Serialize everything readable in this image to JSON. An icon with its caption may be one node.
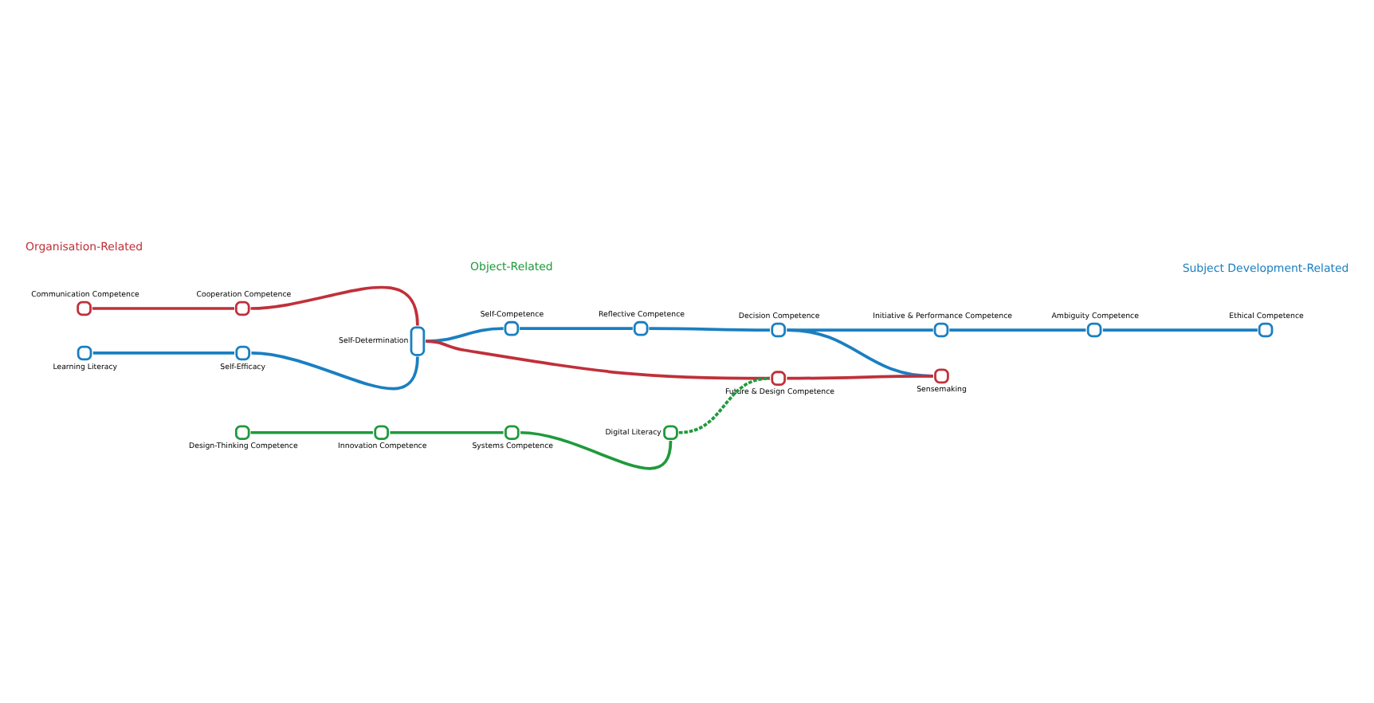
{
  "diagram": {
    "nodes": [
      {
        "text": [],
        "shape": "circle",
        "beside": [
          "Communication Competence"
        ]
      },
      {
        "text": [],
        "shape": "circle",
        "beside": [
          "Cooperation Competence"
        ]
      },
      {
        "text": [],
        "shape": "circle",
        "beside": [
          "Self-Competence"
        ]
      },
      {
        "text": [],
        "shape": "circle",
        "beside": [
          "Reflective Competence"
        ]
      },
      {
        "text": [],
        "shape": "circle",
        "beside": [
          "Initiative & Performance Competence"
        ]
      },
      {
        "text": [],
        "shape": "circle",
        "beside": [
          "Ambiguity Competence"
        ]
      },
      {
        "text": [],
        "shape": "circle",
        "beside": [
          "Ethical Competence"
        ]
      },
      {
        "text": [],
        "shape": "circle",
        "beside": [
          "Decision Competence"
        ]
      },
      {
        "text": [],
        "shape": "pill",
        "beside": [
          "Self-Determination"
        ]
      },
      {
        "text": [],
        "shape": "circle",
        "beside": [
          "Sensemaking"
        ]
      },
      {
        "text": [],
        "shape": "circle",
        "beside": [
          "Future & Design Competence"
        ]
      },
      {
        "text": [],
        "shape": "circle",
        "beside": [
          "Learning Literacy"
        ]
      },
      {
        "text": [],
        "shape": "circle",
        "beside": [
          "Self-Efficacy"
        ]
      },
      {
        "text": [],
        "shape": "circle",
        "beside": [
          "Digital Literacy"
        ]
      },
      {
        "text": [],
        "shape": "circle",
        "beside": [
          "Design-Thinking Competence"
        ]
      },
      {
        "text": [],
        "shape": "circle",
        "beside": [
          "Innovation Competence"
        ]
      },
      {
        "text": [],
        "shape": "circle",
        "beside": [
          "Systems Competence"
        ]
      }
    ],
    "edges": [
      {
        "from": 0,
        "to": 1,
        "arrow": "none",
        "color": "#c0303a"
      },
      {
        "from": 1,
        "to": 8,
        "arrow": "none",
        "color": "#c0303a"
      },
      {
        "from": 8,
        "to": 10,
        "arrow": "none",
        "color": "#c0303a"
      },
      {
        "from": 10,
        "to": 9,
        "arrow": "none",
        "color": "#c0303a"
      },
      {
        "from": 11,
        "to": 12,
        "arrow": "none"
      },
      {
        "from": 12,
        "to": 8,
        "arrow": "none"
      },
      {
        "from": 8,
        "to": 2,
        "arrow": "none"
      },
      {
        "from": 2,
        "to": 3,
        "arrow": "none"
      },
      {
        "from": 3,
        "to": 7,
        "arrow": "none"
      },
      {
        "from": 7,
        "to": 4,
        "arrow": "none"
      },
      {
        "from": 4,
        "to": 5,
        "arrow": "none"
      },
      {
        "from": 5,
        "to": 6,
        "arrow": "none"
      },
      {
        "from": 7,
        "to": 9,
        "arrow": "none"
      },
      {
        "from": 14,
        "to": 15,
        "arrow": "none",
        "color": "#1f9a3c"
      },
      {
        "from": 15,
        "to": 16,
        "arrow": "none",
        "color": "#1f9a3c"
      },
      {
        "from": 16,
        "to": 13,
        "arrow": "none",
        "color": "#1f9a3c"
      },
      {
        "from": 13,
        "to": 10,
        "arrow": "none",
        "style": "dashed",
        "color": "#1f9a3c"
      }
    ],
    "labels": [
      "Organisation-Related",
      "Subject Development-Related",
      "Object-Related"
    ]
  }
}
